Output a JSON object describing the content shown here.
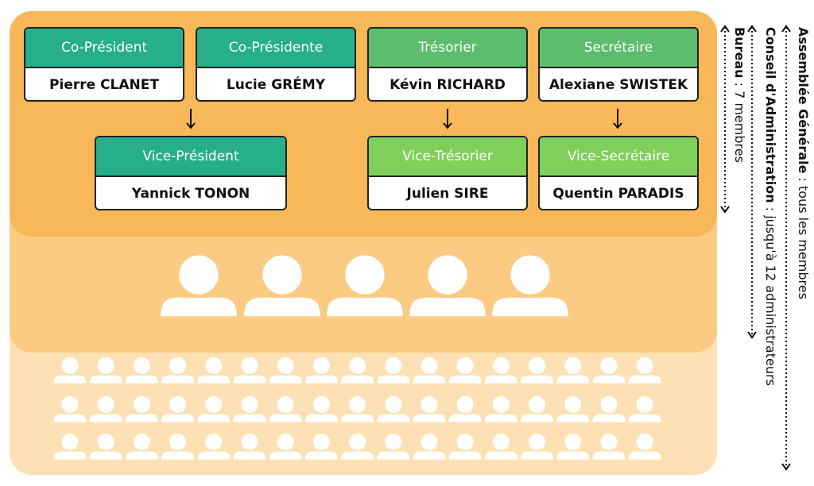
{
  "bureau_roles": [
    {
      "title": "Co-Président",
      "name": "Pierre CLANET"
    },
    {
      "title": "Co-Présidente",
      "name": "Lucie GRÉMY"
    },
    {
      "title": "Trésorier",
      "name": "Kévin RICHARD"
    },
    {
      "title": "Secrétaire",
      "name": "Alexiane SWISTEK"
    },
    {
      "title": "Vice-Président",
      "name": "Yannick TONON"
    },
    {
      "title": "Vice-Trésorier",
      "name": "Julien SIRE"
    },
    {
      "title": "Vice-Secrétaire",
      "name": "Quentin PARADIS"
    }
  ],
  "legend": {
    "bureau": {
      "label": "Bureau",
      "desc": " : 7 membres"
    },
    "ca": {
      "label": "Conseil d'Administration",
      "desc": " : jusqu'à 12 administrateurs"
    },
    "ag": {
      "label": "Assemblée Générale",
      "desc": " : tous les membres"
    }
  },
  "colors": {
    "bureau_zone": "#f8b758",
    "ca_zone": "#fbcb84",
    "ag_zone": "#fde1b4",
    "teal_header": "#27ae8a",
    "green_header": "#5bbd6d",
    "light_green_header": "#7fcf5a"
  },
  "icons": {
    "person": "person-icon"
  }
}
